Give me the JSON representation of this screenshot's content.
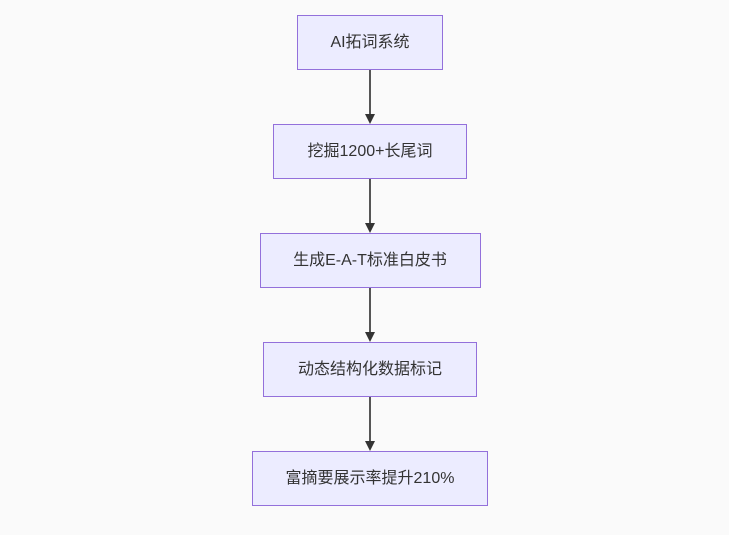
{
  "diagram": {
    "type": "flowchart",
    "direction": "top-down",
    "nodes": [
      {
        "label": "AI拓词系统"
      },
      {
        "label": "挖掘1200+长尾词"
      },
      {
        "label": "生成E-A-T标准白皮书"
      },
      {
        "label": "动态结构化数据标记"
      },
      {
        "label": "富摘要展示率提升210%"
      }
    ],
    "edges": [
      {
        "from": 0,
        "to": 1,
        "style": "arrow-down"
      },
      {
        "from": 1,
        "to": 2,
        "style": "arrow-down"
      },
      {
        "from": 2,
        "to": 3,
        "style": "arrow-down"
      },
      {
        "from": 3,
        "to": 4,
        "style": "arrow-down"
      }
    ]
  },
  "colors": {
    "background": "#fafafa",
    "node_fill": "#ECECFF",
    "node_border": "#9370DB",
    "text": "#333333",
    "edge_line": "#555555",
    "edge_head": "#333333"
  }
}
